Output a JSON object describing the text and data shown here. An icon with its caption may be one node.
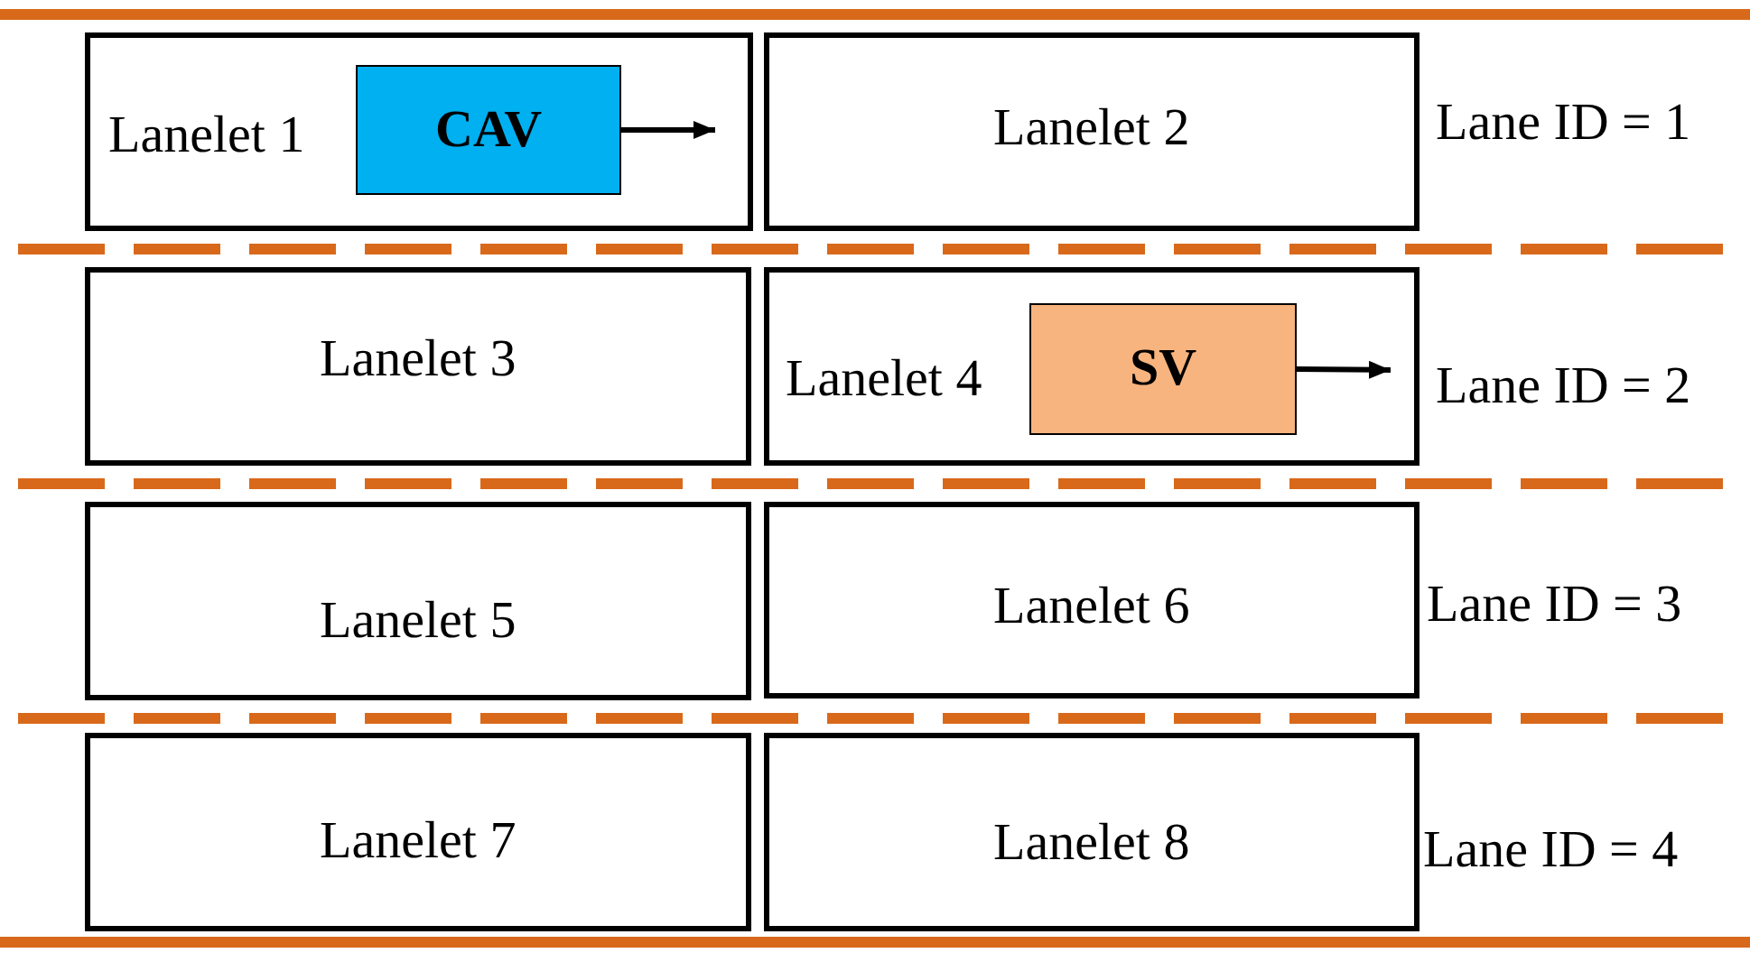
{
  "diagram": {
    "nodes": [
      {
        "text": [
          "Lanelet 1"
        ]
      },
      {
        "text": [
          "CAV"
        ],
        "in": 0
      },
      {
        "text": [
          "Lanelet 2"
        ]
      },
      {
        "text": [
          "Lanelet 3"
        ]
      },
      {
        "text": [
          "Lanelet 4"
        ]
      },
      {
        "text": [
          "SV"
        ],
        "in": 4
      },
      {
        "text": [
          "Lanelet 5"
        ]
      },
      {
        "text": [
          "Lanelet 6"
        ]
      },
      {
        "text": [
          "Lanelet 7"
        ]
      },
      {
        "text": [
          "Lanelet 8"
        ]
      }
    ],
    "edges": [
      {
        "from": 1,
        "to": null,
        "arrow": "to"
      },
      {
        "from": 5,
        "to": null,
        "arrow": "to"
      }
    ],
    "labels": [
      "Lane ID = 1",
      "Lane ID = 2",
      "Lane ID = 3",
      "Lane ID = 4"
    ]
  }
}
